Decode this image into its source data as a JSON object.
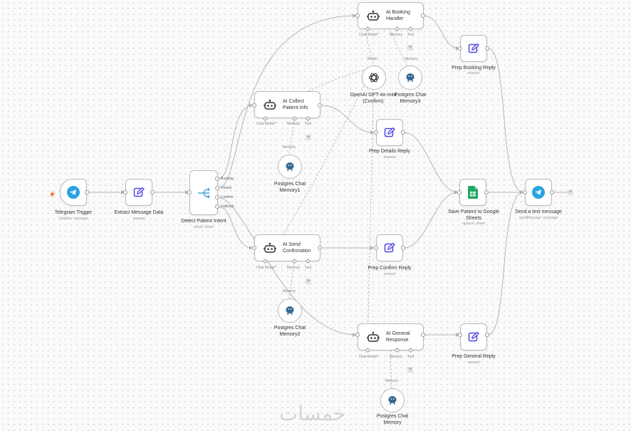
{
  "nodes": {
    "trigger": {
      "label": "Telegram Trigger",
      "sub": "Updates: message"
    },
    "extract": {
      "label": "Extract Message Data",
      "sub": "manual"
    },
    "detect": {
      "label": "Detect Patient Intent",
      "sub": "mode: Rules",
      "outputs": [
        "Booking",
        "Details",
        "Confirm",
        "Fallback"
      ]
    },
    "collect": {
      "title": "AI Collect Patient Info"
    },
    "booking": {
      "title": "AI Booking Handler"
    },
    "send_confirm": {
      "title": "AI Send Confirmation"
    },
    "general": {
      "title": "AI General Response"
    },
    "openai": {
      "label": "OpenAI GPT-4o-mini (Confirm)",
      "port": "Model"
    },
    "pg": {
      "label": "Postgres Chat Memory"
    },
    "pg1": {
      "label": "Postgres Chat Memory1"
    },
    "pg2": {
      "label": "Postgres Chat Memory2"
    },
    "pg3": {
      "label": "Postgres Chat Memory3"
    },
    "prep_booking": {
      "label": "Prep Booking Reply",
      "sub": "manual"
    },
    "prep_details": {
      "label": "Prep Details Reply",
      "sub": "manual"
    },
    "prep_confirm": {
      "label": "Prep Confirm Reply",
      "sub": "manual"
    },
    "prep_general": {
      "label": "Prep General Reply",
      "sub": "manual"
    },
    "save": {
      "label": "Save Patient to Google Sheets",
      "sub": "append: sheet"
    },
    "send_text": {
      "label": "Send a text message",
      "sub": "sendMessage: message"
    }
  },
  "ports": {
    "chat_model": "Chat Model*",
    "memory": "Memory",
    "tool": "Tool",
    "model": "Model"
  },
  "plus": "+",
  "watermark": "خمسات",
  "colors": {
    "telegram": "#2aa3e0",
    "edit": "#4f46e5",
    "sheets": "#22a565",
    "postgres": "#336791",
    "trigger_bolt": "#ff6d2d"
  },
  "icons": [
    "telegram-icon",
    "edit-icon",
    "switch-icon",
    "robot-icon",
    "openai-icon",
    "postgres-icon",
    "sheets-icon",
    "bolt-icon"
  ]
}
